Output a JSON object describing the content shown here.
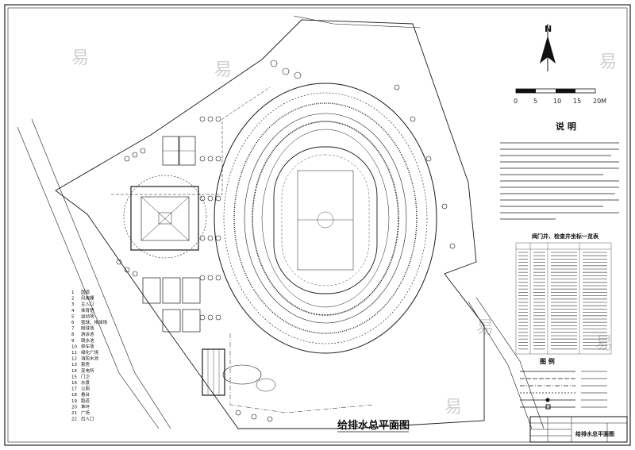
{
  "drawing": {
    "title": "给排水总平面图",
    "north_label": "N",
    "scale_ticks": [
      "0",
      "5",
      "10",
      "15",
      "20M"
    ],
    "notes_title": "说  明",
    "table_title": "阀门井、检查井坐标一览表",
    "legend_title": "图 例",
    "title_block_name": "给排水总平面图",
    "watermark": "易"
  },
  "legend_items": [
    {
      "num": "1",
      "label": "国道"
    },
    {
      "num": "2",
      "label": "风雨棚"
    },
    {
      "num": "3",
      "label": "主入口"
    },
    {
      "num": "4",
      "label": "体育馆"
    },
    {
      "num": "5",
      "label": "运动场"
    },
    {
      "num": "6",
      "label": "篮球、排球场"
    },
    {
      "num": "7",
      "label": "网球场"
    },
    {
      "num": "8",
      "label": "游泳池"
    },
    {
      "num": "9",
      "label": "跳水池"
    },
    {
      "num": "10",
      "label": "停车场"
    },
    {
      "num": "11",
      "label": "绿化广场"
    },
    {
      "num": "12",
      "label": "消防水池"
    },
    {
      "num": "13",
      "label": "泵房"
    },
    {
      "num": "14",
      "label": "变电所"
    },
    {
      "num": "15",
      "label": "门卫"
    },
    {
      "num": "16",
      "label": "水景"
    },
    {
      "num": "17",
      "label": "公厕"
    },
    {
      "num": "18",
      "label": "看台"
    },
    {
      "num": "19",
      "label": "跑道"
    },
    {
      "num": "20",
      "label": "草坪"
    },
    {
      "num": "21",
      "label": "广场"
    },
    {
      "num": "22",
      "label": "出入口"
    }
  ],
  "colors": {
    "line": "#1a1a1a",
    "paper": "#ffffff",
    "watermark": "#c9c9c9"
  }
}
